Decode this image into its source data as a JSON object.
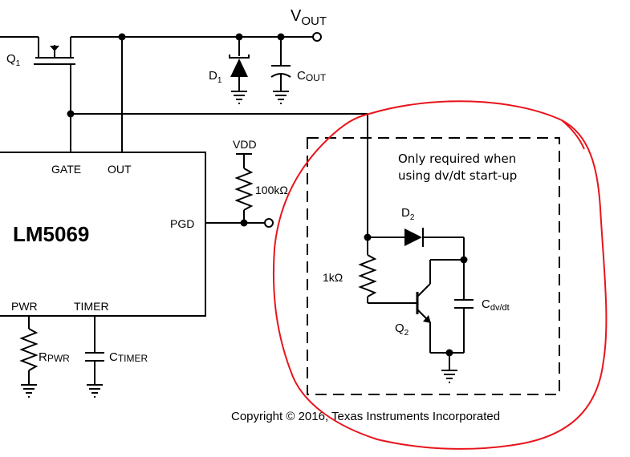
{
  "labels": {
    "vout_main": "V",
    "vout_sub": "OUT",
    "q1_main": "Q",
    "q1_sub": "1",
    "d1_main": "D",
    "d1_sub": "1",
    "cout_main": "C",
    "cout_sub": "OUT",
    "vdd": "VDD",
    "r100k": "100kΩ",
    "ic_name": "LM5069",
    "pin_gate": "GATE",
    "pin_out": "OUT",
    "pin_pgd": "PGD",
    "pin_pwr": "PWR",
    "pin_timer": "TIMER",
    "rpwr_main": "R",
    "rpwr_sub": "PWR",
    "ctimer_main": "C",
    "ctimer_sub": "TIMER",
    "note_line1": "Only required when",
    "note_line2": "using dv/dt start-up",
    "d2_main": "D",
    "d2_sub": "2",
    "r1k": "1kΩ",
    "q2_main": "Q",
    "q2_sub": "2",
    "cdvdt_main": "C",
    "cdvdt_sub": "dv/dt",
    "copyright": "Copyright © 2016, Texas Instruments Incorporated"
  },
  "colors": {
    "wire": "#000000",
    "annotation_circle": "#e8141b"
  }
}
